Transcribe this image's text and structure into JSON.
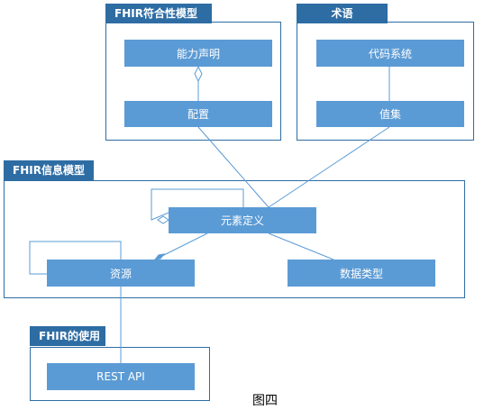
{
  "conformance": {
    "title": "FHIR符合性模型",
    "capability": "能力声明",
    "profile": "配置"
  },
  "terminology": {
    "title": "术语",
    "codesystem": "代码系统",
    "valueset": "值集"
  },
  "information": {
    "title": "FHIR信息模型",
    "element": "元素定义",
    "resource": "资源",
    "datatype": "数据类型"
  },
  "usage": {
    "title": "FHIR的使用",
    "rest": "REST API"
  },
  "caption": "图四",
  "colors": {
    "frame": "#2e6da4",
    "box": "#5b9bd5",
    "line": "#5b9bd5"
  }
}
